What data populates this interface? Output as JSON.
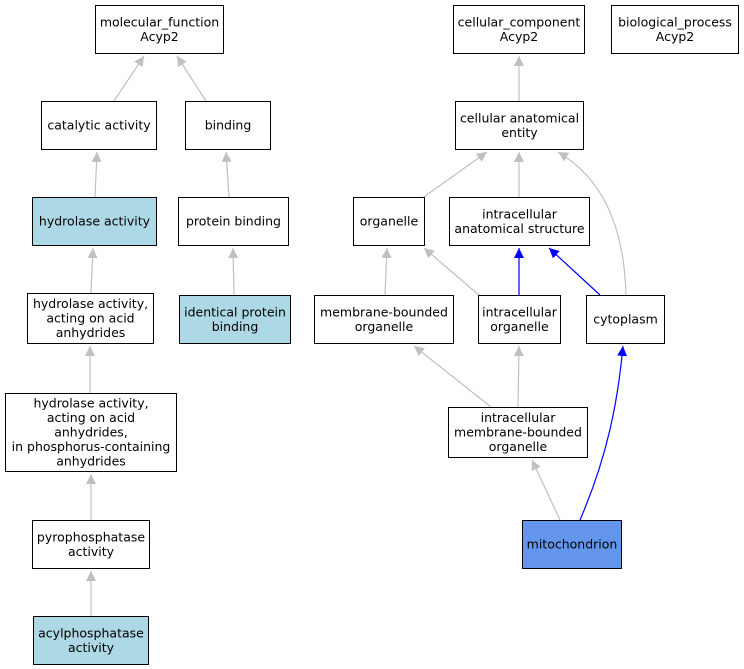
{
  "colors": {
    "default_fill": "#ffffff",
    "annotated_fill": "#add8e6",
    "query_fill": "#6495ed",
    "edge_gray": "#c0c0c0",
    "edge_blue": "#0000ff"
  },
  "nodes": [
    {
      "id": "molecular_function",
      "lines": [
        "molecular_function",
        "Acyp2"
      ],
      "fill": "default"
    },
    {
      "id": "catalytic_activity",
      "lines": [
        "catalytic activity"
      ],
      "fill": "default"
    },
    {
      "id": "binding",
      "lines": [
        "binding"
      ],
      "fill": "default"
    },
    {
      "id": "hydrolase_activity",
      "lines": [
        "hydrolase activity"
      ],
      "fill": "annotated"
    },
    {
      "id": "protein_binding",
      "lines": [
        "protein binding"
      ],
      "fill": "default"
    },
    {
      "id": "hydrolase_acid_anhydrides",
      "lines": [
        "hydrolase activity,",
        "acting on acid",
        "anhydrides"
      ],
      "fill": "default"
    },
    {
      "id": "identical_protein_binding",
      "lines": [
        "identical protein",
        "binding"
      ],
      "fill": "annotated"
    },
    {
      "id": "hydrolase_phosphorus",
      "lines": [
        "hydrolase activity,",
        "acting on acid",
        "anhydrides,",
        "in phosphorus-containing",
        "anhydrides"
      ],
      "fill": "default"
    },
    {
      "id": "pyrophosphatase_activity",
      "lines": [
        "pyrophosphatase",
        "activity"
      ],
      "fill": "default"
    },
    {
      "id": "acylphosphatase_activity",
      "lines": [
        "acylphosphatase",
        "activity"
      ],
      "fill": "annotated"
    },
    {
      "id": "cellular_component",
      "lines": [
        "cellular_component",
        "Acyp2"
      ],
      "fill": "default"
    },
    {
      "id": "biological_process",
      "lines": [
        "biological_process",
        "Acyp2"
      ],
      "fill": "default"
    },
    {
      "id": "cellular_anatomical_entity",
      "lines": [
        "cellular anatomical",
        "entity"
      ],
      "fill": "default"
    },
    {
      "id": "organelle",
      "lines": [
        "organelle"
      ],
      "fill": "default"
    },
    {
      "id": "intracellular_anatomical_structure",
      "lines": [
        "intracellular",
        "anatomical structure"
      ],
      "fill": "default"
    },
    {
      "id": "membrane_bounded_organelle",
      "lines": [
        "membrane-bounded",
        "organelle"
      ],
      "fill": "default"
    },
    {
      "id": "intracellular_organelle",
      "lines": [
        "intracellular",
        "organelle"
      ],
      "fill": "default"
    },
    {
      "id": "cytoplasm",
      "lines": [
        "cytoplasm"
      ],
      "fill": "default"
    },
    {
      "id": "intracellular_membrane_bounded_organelle",
      "lines": [
        "intracellular",
        "membrane-bounded",
        "organelle"
      ],
      "fill": "default"
    },
    {
      "id": "mitochondrion",
      "lines": [
        "mitochondrion"
      ],
      "fill": "query"
    }
  ],
  "edges": [
    {
      "from": "catalytic_activity",
      "to": "molecular_function",
      "color": "gray"
    },
    {
      "from": "binding",
      "to": "molecular_function",
      "color": "gray"
    },
    {
      "from": "hydrolase_activity",
      "to": "catalytic_activity",
      "color": "gray"
    },
    {
      "from": "protein_binding",
      "to": "binding",
      "color": "gray"
    },
    {
      "from": "hydrolase_acid_anhydrides",
      "to": "hydrolase_activity",
      "color": "gray"
    },
    {
      "from": "identical_protein_binding",
      "to": "protein_binding",
      "color": "gray"
    },
    {
      "from": "hydrolase_phosphorus",
      "to": "hydrolase_acid_anhydrides",
      "color": "gray"
    },
    {
      "from": "pyrophosphatase_activity",
      "to": "hydrolase_phosphorus",
      "color": "gray"
    },
    {
      "from": "acylphosphatase_activity",
      "to": "pyrophosphatase_activity",
      "color": "gray"
    },
    {
      "from": "cellular_anatomical_entity",
      "to": "cellular_component",
      "color": "gray"
    },
    {
      "from": "organelle",
      "to": "cellular_anatomical_entity",
      "color": "gray"
    },
    {
      "from": "intracellular_anatomical_structure",
      "to": "cellular_anatomical_entity",
      "color": "gray"
    },
    {
      "from": "cytoplasm",
      "to": "cellular_anatomical_entity",
      "color": "gray"
    },
    {
      "from": "membrane_bounded_organelle",
      "to": "organelle",
      "color": "gray"
    },
    {
      "from": "intracellular_organelle",
      "to": "organelle",
      "color": "gray"
    },
    {
      "from": "intracellular_organelle",
      "to": "intracellular_anatomical_structure",
      "color": "blue"
    },
    {
      "from": "cytoplasm",
      "to": "intracellular_anatomical_structure",
      "color": "blue"
    },
    {
      "from": "intracellular_membrane_bounded_organelle",
      "to": "membrane_bounded_organelle",
      "color": "gray"
    },
    {
      "from": "intracellular_membrane_bounded_organelle",
      "to": "intracellular_organelle",
      "color": "gray"
    },
    {
      "from": "mitochondrion",
      "to": "intracellular_membrane_bounded_organelle",
      "color": "gray"
    },
    {
      "from": "mitochondrion",
      "to": "cytoplasm",
      "color": "blue"
    }
  ]
}
